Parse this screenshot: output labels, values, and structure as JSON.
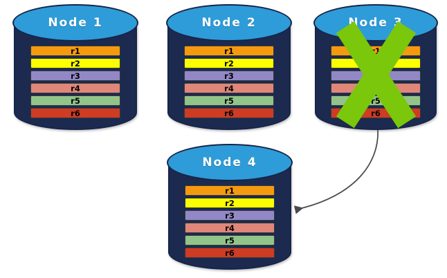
{
  "diagram": {
    "title": "Node replication / failover diagram",
    "type": "cluster-node-replication",
    "colors": {
      "node_body": "#1b2a4e",
      "node_top": "#2e9cd8",
      "node_title_text": "#ffffff",
      "background": "#ffffff",
      "x_mark": "#7ac70c",
      "arrow": "#4a4a52"
    },
    "records": [
      {
        "id": "r1",
        "label": "r1",
        "color": "#f59a0e"
      },
      {
        "id": "r2",
        "label": "r2",
        "color": "#fbff00"
      },
      {
        "id": "r3",
        "label": "r3",
        "color": "#9288c6"
      },
      {
        "id": "r4",
        "label": "r4",
        "color": "#e0877a"
      },
      {
        "id": "r5",
        "label": "r5",
        "color": "#92c48a"
      },
      {
        "id": "r6",
        "label": "r6",
        "color": "#cf3b23"
      }
    ],
    "nodes": [
      {
        "id": "node-1",
        "title": "Node  1",
        "failed": false
      },
      {
        "id": "node-2",
        "title": "Node  2",
        "failed": false
      },
      {
        "id": "node-3",
        "title": "Node  3",
        "failed": true
      },
      {
        "id": "node-4",
        "title": "Node  4",
        "failed": false
      }
    ],
    "annotations": {
      "failure_marker": "green-x-cross",
      "failure_marker_on": "node-3",
      "arrow_from": "node-3",
      "arrow_to": "node-4",
      "arrow_style": "curved-single-head"
    }
  }
}
